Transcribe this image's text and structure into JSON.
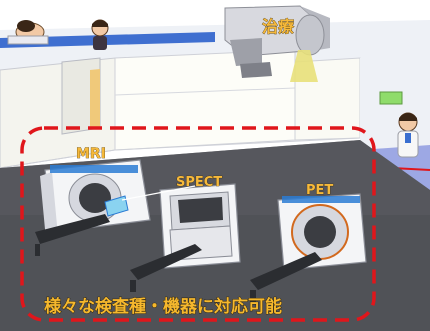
{
  "labels": {
    "treatment": "治療",
    "mri": "MRI",
    "spect": "SPECT",
    "pet": "PET",
    "caption": "様々な検査種・機器に対応可能"
  },
  "colors": {
    "frame": "#e0161b",
    "label": "#f6b93b",
    "floor": "#4f5155",
    "wall": "#fbfbf6",
    "wall_shadow": "#d9dbe2",
    "blue_accent": "#2a7bd4",
    "yellow_beam": "#e8e07a"
  },
  "icons": [
    "person-icon",
    "doctor-icon",
    "arrow-icon",
    "exit-sign-icon"
  ]
}
